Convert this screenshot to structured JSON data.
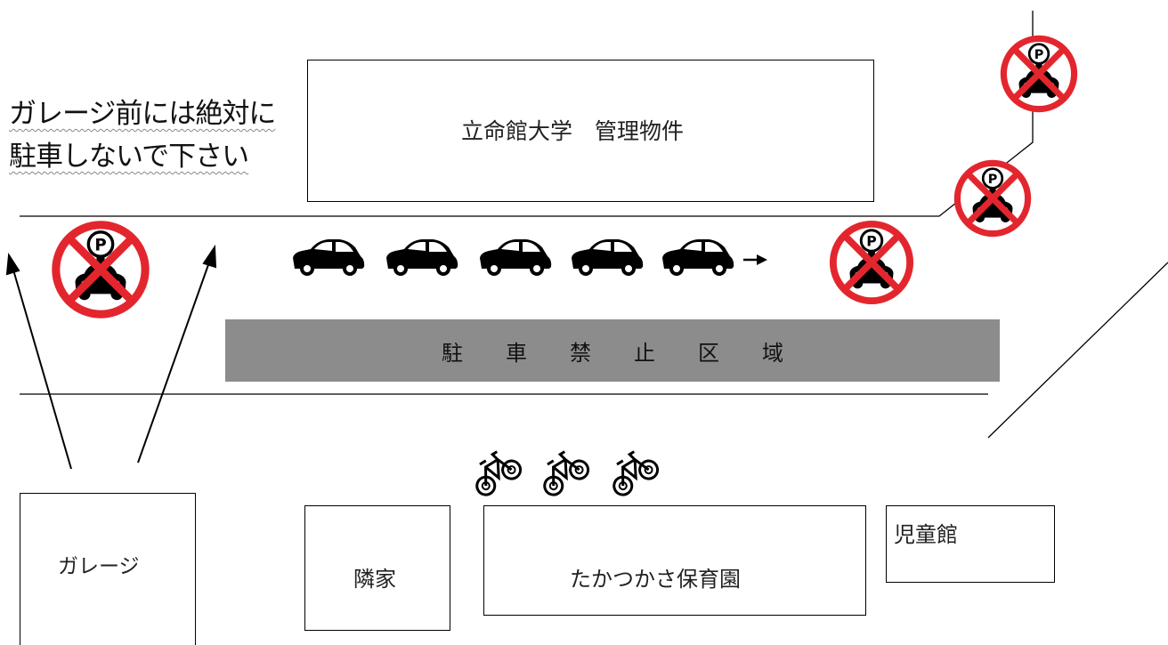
{
  "notice": {
    "line1": "ガレージ前には絶対に",
    "line2": "駐車しないで下さい"
  },
  "buildings": {
    "university": "立命館大学　管理物件",
    "garage": "ガレージ",
    "neighbor": "隣家",
    "nursery": "たかつかさ保育園",
    "childrens_hall": "児童館"
  },
  "no_parking_zone": "駐車禁止区域",
  "icons": {
    "no_parking_sign": "no-parking-icon",
    "car": "car-icon",
    "bicycle": "bicycle-icon",
    "direction_arrow": "arrow-right-icon"
  },
  "colors": {
    "prohibition_red": "#e3262e",
    "zone_gray": "#8c8c8c",
    "icon_black": "#000000"
  }
}
